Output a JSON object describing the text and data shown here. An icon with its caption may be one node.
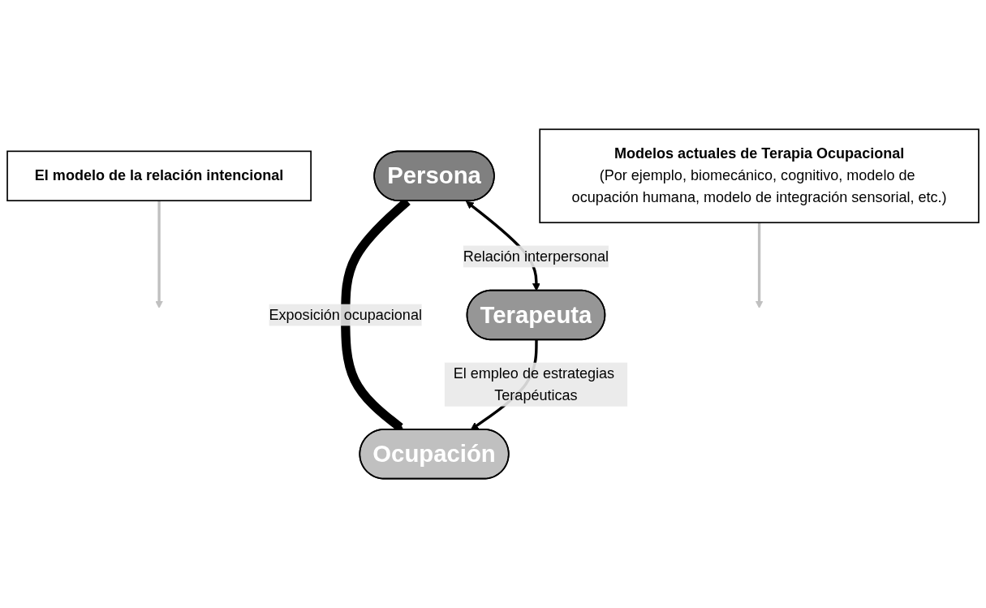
{
  "diagram": {
    "nodes": [
      {
        "text": [
          "Persona"
        ]
      },
      {
        "text": [
          "Ocupación"
        ]
      },
      {
        "text": [
          "Terapeuta"
        ]
      },
      {
        "text": [
          "El modelo de la relación intencional"
        ]
      },
      {
        "text": [
          "Modelos actuales de Terapia Ocupacional",
          "(Por ejemplo, biomecánico, cognitivo, modelo de ocupación humana, modelo de integración sensorial, etc.)"
        ]
      }
    ],
    "edges": [
      {
        "from": 0,
        "to": 1,
        "arrow": "to",
        "label": "Exposición ocupacional",
        "style": "thick"
      },
      {
        "from": 0,
        "to": 2,
        "arrow": "both",
        "label": "Relación interpersonal"
      },
      {
        "from": 2,
        "to": 1,
        "arrow": "to",
        "label": "El empleo de estrategias Terapéuticas"
      },
      {
        "from": 3,
        "to": null,
        "arrow": "to",
        "color": "#c0c0c0"
      },
      {
        "from": 4,
        "to": null,
        "arrow": "to",
        "color": "#c0c0c0"
      }
    ]
  }
}
